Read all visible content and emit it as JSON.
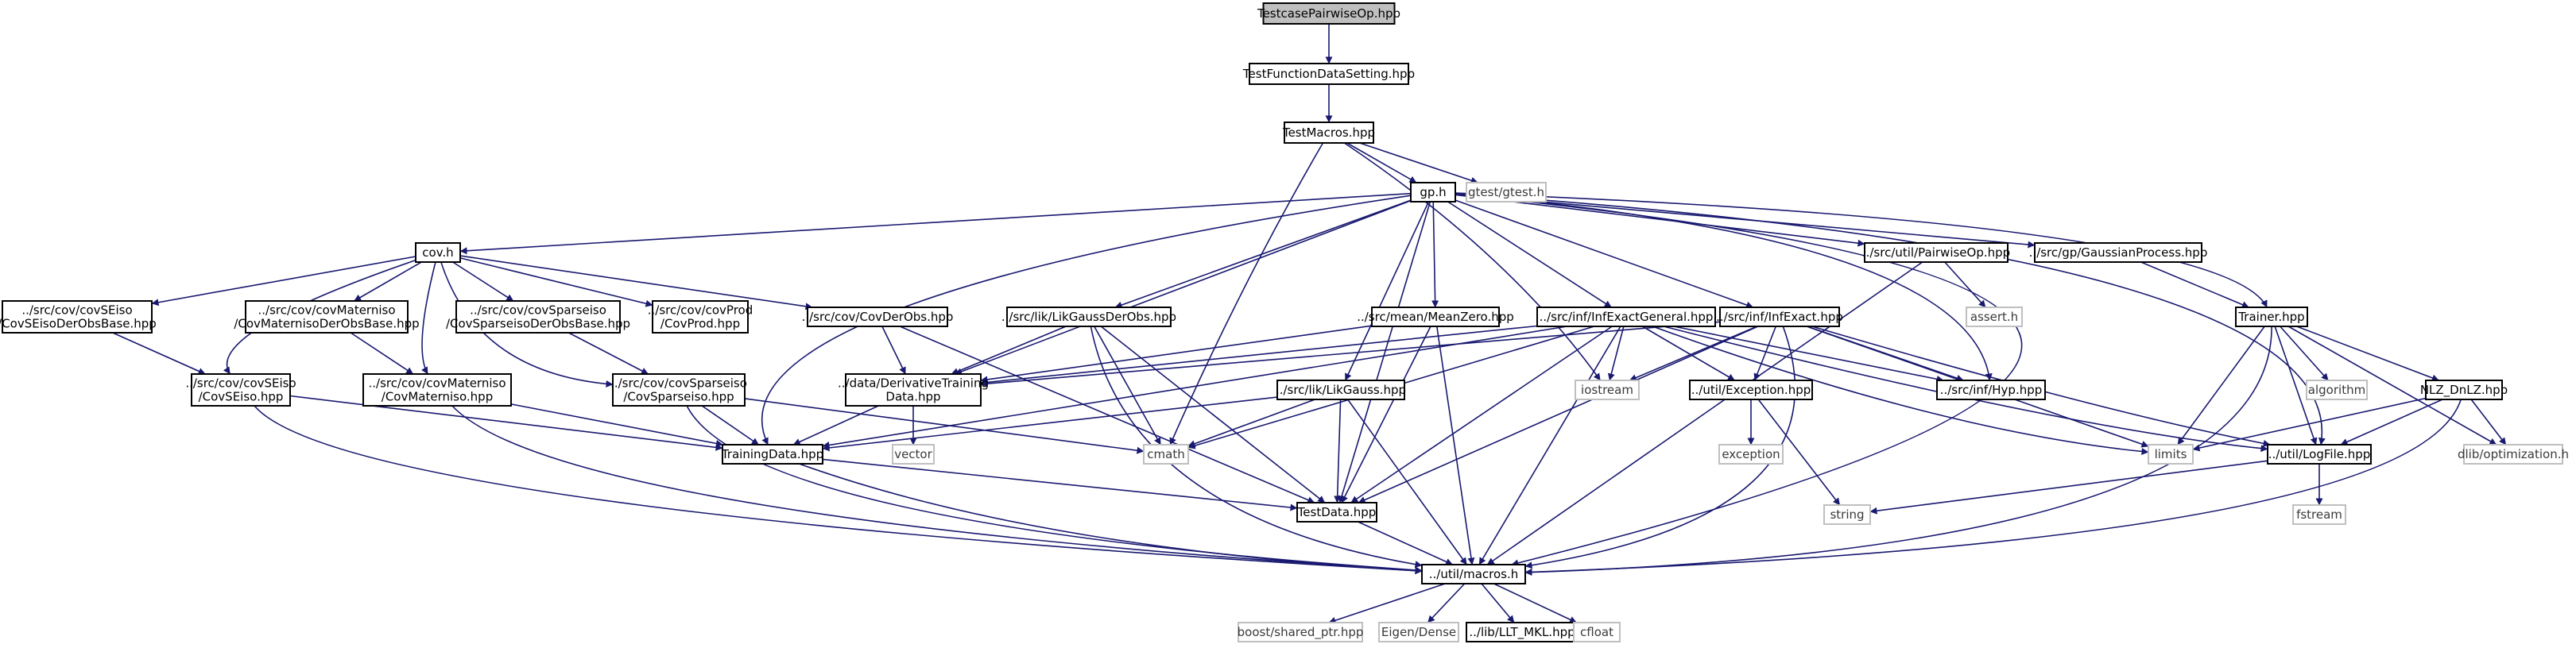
{
  "title": "",
  "colors": {
    "edge": "#191970",
    "focus_fill": "#bfbfbf",
    "focus_border": "#000000",
    "internal_border": "#000000",
    "external_border": "#bfbfbf",
    "text": "#000000"
  },
  "nodes": [
    {
      "id": "root",
      "label": [
        "TestcasePairwiseOp.hpp"
      ],
      "kind": "focus"
    },
    {
      "id": "tfds",
      "label": [
        "TestFunctionDataSetting.hpp"
      ],
      "kind": "internal"
    },
    {
      "id": "tmac",
      "label": [
        "TestMacros.hpp"
      ],
      "kind": "internal"
    },
    {
      "id": "gph",
      "label": [
        "gp.h"
      ],
      "kind": "internal"
    },
    {
      "id": "gtest",
      "label": [
        "gtest/gtest.h"
      ],
      "kind": "external"
    },
    {
      "id": "covh",
      "label": [
        "cov.h"
      ],
      "kind": "internal"
    },
    {
      "id": "pwop",
      "label": [
        "../src/util/PairwiseOp.hpp"
      ],
      "kind": "internal"
    },
    {
      "id": "gproc",
      "label": [
        "../src/gp/GaussianProcess.hpp"
      ],
      "kind": "internal"
    },
    {
      "id": "cseb",
      "label": [
        "../src/cov/covSEiso",
        "/CovSEisoDerObsBase.hpp"
      ],
      "kind": "internal"
    },
    {
      "id": "cmdb",
      "label": [
        "../src/cov/covMaterniso",
        "/CovMaternisoDerObsBase.hpp"
      ],
      "kind": "internal"
    },
    {
      "id": "csdb",
      "label": [
        "../src/cov/covSparseiso",
        "/CovSparseisoDerObsBase.hpp"
      ],
      "kind": "internal"
    },
    {
      "id": "cprod",
      "label": [
        "../src/cov/covProd",
        "/CovProd.hpp"
      ],
      "kind": "internal"
    },
    {
      "id": "cdo",
      "label": [
        "../src/cov/CovDerObs.hpp"
      ],
      "kind": "internal"
    },
    {
      "id": "lgdo",
      "label": [
        "../src/lik/LikGaussDerObs.hpp"
      ],
      "kind": "internal"
    },
    {
      "id": "mz",
      "label": [
        "../src/mean/MeanZero.hpp"
      ],
      "kind": "internal"
    },
    {
      "id": "ieg",
      "label": [
        "../src/inf/InfExactGeneral.hpp"
      ],
      "kind": "internal"
    },
    {
      "id": "ie",
      "label": [
        "../src/inf/InfExact.hpp"
      ],
      "kind": "internal"
    },
    {
      "id": "assert",
      "label": [
        "assert.h"
      ],
      "kind": "external"
    },
    {
      "id": "trainer",
      "label": [
        "Trainer.hpp"
      ],
      "kind": "internal"
    },
    {
      "id": "cse",
      "label": [
        "../src/cov/covSEiso",
        "/CovSEiso.hpp"
      ],
      "kind": "internal"
    },
    {
      "id": "cmat",
      "label": [
        "../src/cov/covMaterniso",
        "/CovMaterniso.hpp"
      ],
      "kind": "internal"
    },
    {
      "id": "csp",
      "label": [
        "../src/cov/covSparseiso",
        "/CovSparseiso.hpp"
      ],
      "kind": "internal"
    },
    {
      "id": "dtd",
      "label": [
        "../data/DerivativeTraining",
        "Data.hpp"
      ],
      "kind": "internal"
    },
    {
      "id": "lg",
      "label": [
        "../src/lik/LikGauss.hpp"
      ],
      "kind": "internal"
    },
    {
      "id": "ios",
      "label": [
        "iostream"
      ],
      "kind": "external"
    },
    {
      "id": "exc",
      "label": [
        "../util/Exception.hpp"
      ],
      "kind": "internal"
    },
    {
      "id": "hyp",
      "label": [
        "../src/inf/Hyp.hpp"
      ],
      "kind": "internal"
    },
    {
      "id": "algo",
      "label": [
        "algorithm"
      ],
      "kind": "external"
    },
    {
      "id": "nlz",
      "label": [
        "NLZ_DnLZ.hpp"
      ],
      "kind": "internal"
    },
    {
      "id": "vec",
      "label": [
        "vector"
      ],
      "kind": "external"
    },
    {
      "id": "cmath",
      "label": [
        "cmath"
      ],
      "kind": "external"
    },
    {
      "id": "limits",
      "label": [
        "limits"
      ],
      "kind": "external"
    },
    {
      "id": "logf",
      "label": [
        "../util/LogFile.hpp"
      ],
      "kind": "internal"
    },
    {
      "id": "dlib",
      "label": [
        "dlib/optimization.h"
      ],
      "kind": "external"
    },
    {
      "id": "trd",
      "label": [
        "TrainingData.hpp"
      ],
      "kind": "internal"
    },
    {
      "id": "excp",
      "label": [
        "exception"
      ],
      "kind": "external"
    },
    {
      "id": "tsd",
      "label": [
        "TestData.hpp"
      ],
      "kind": "internal"
    },
    {
      "id": "str",
      "label": [
        "string"
      ],
      "kind": "external"
    },
    {
      "id": "fstr",
      "label": [
        "fstream"
      ],
      "kind": "external"
    },
    {
      "id": "mac",
      "label": [
        "../util/macros.h"
      ],
      "kind": "internal"
    },
    {
      "id": "boost",
      "label": [
        "boost/shared_ptr.hpp"
      ],
      "kind": "external"
    },
    {
      "id": "eigen",
      "label": [
        "Eigen/Dense"
      ],
      "kind": "external"
    },
    {
      "id": "mkl",
      "label": [
        "../lib/LLT_MKL.hpp"
      ],
      "kind": "internal"
    },
    {
      "id": "cfloat",
      "label": [
        "cfloat"
      ],
      "kind": "external"
    }
  ],
  "edges": [
    [
      "root",
      "tfds"
    ],
    [
      "tfds",
      "tmac"
    ],
    [
      "tmac",
      "gph"
    ],
    [
      "tmac",
      "gtest"
    ],
    [
      "tmac",
      "cmath"
    ],
    [
      "tmac",
      "ios"
    ],
    [
      "gph",
      "covh"
    ],
    [
      "gph",
      "pwop"
    ],
    [
      "gph",
      "gproc"
    ],
    [
      "gph",
      "lgdo"
    ],
    [
      "gph",
      "mz"
    ],
    [
      "gph",
      "ieg"
    ],
    [
      "gph",
      "ie"
    ],
    [
      "gph",
      "dtd"
    ],
    [
      "gph",
      "lg"
    ],
    [
      "gph",
      "trd"
    ],
    [
      "gph",
      "tsd"
    ],
    [
      "gph",
      "hyp"
    ],
    [
      "gph",
      "trainer"
    ],
    [
      "gph",
      "logf"
    ],
    [
      "gph",
      "mac"
    ],
    [
      "covh",
      "cseb"
    ],
    [
      "covh",
      "cmdb"
    ],
    [
      "covh",
      "csdb"
    ],
    [
      "covh",
      "cprod"
    ],
    [
      "covh",
      "cdo"
    ],
    [
      "covh",
      "cse"
    ],
    [
      "covh",
      "cmat"
    ],
    [
      "covh",
      "csp"
    ],
    [
      "cseb",
      "cse"
    ],
    [
      "cmdb",
      "cmat"
    ],
    [
      "csdb",
      "csp"
    ],
    [
      "cse",
      "trd"
    ],
    [
      "cse",
      "mac"
    ],
    [
      "cmat",
      "trd"
    ],
    [
      "cmat",
      "mac"
    ],
    [
      "csp",
      "trd"
    ],
    [
      "csp",
      "cmath"
    ],
    [
      "csp",
      "mac"
    ],
    [
      "cdo",
      "dtd"
    ],
    [
      "cdo",
      "tsd"
    ],
    [
      "lgdo",
      "dtd"
    ],
    [
      "lgdo",
      "cmath"
    ],
    [
      "lgdo",
      "tsd"
    ],
    [
      "lgdo",
      "mac"
    ],
    [
      "mz",
      "dtd"
    ],
    [
      "mz",
      "tsd"
    ],
    [
      "mz",
      "mac"
    ],
    [
      "ieg",
      "dtd"
    ],
    [
      "ieg",
      "cmath"
    ],
    [
      "ieg",
      "ios"
    ],
    [
      "ieg",
      "exc"
    ],
    [
      "ieg",
      "hyp"
    ],
    [
      "ieg",
      "limits"
    ],
    [
      "ieg",
      "logf"
    ],
    [
      "ieg",
      "trd"
    ],
    [
      "ieg",
      "tsd"
    ],
    [
      "ieg",
      "mac"
    ],
    [
      "ie",
      "dtd"
    ],
    [
      "ie",
      "ios"
    ],
    [
      "ie",
      "exc"
    ],
    [
      "ie",
      "hyp"
    ],
    [
      "ie",
      "limits"
    ],
    [
      "ie",
      "logf"
    ],
    [
      "ie",
      "tsd"
    ],
    [
      "ie",
      "mac"
    ],
    [
      "pwop",
      "assert"
    ],
    [
      "pwop",
      "mac"
    ],
    [
      "gproc",
      "trainer"
    ],
    [
      "trainer",
      "algo"
    ],
    [
      "trainer",
      "nlz"
    ],
    [
      "trainer",
      "limits"
    ],
    [
      "trainer",
      "logf"
    ],
    [
      "trainer",
      "dlib"
    ],
    [
      "trainer",
      "mac"
    ],
    [
      "nlz",
      "limits"
    ],
    [
      "nlz",
      "logf"
    ],
    [
      "nlz",
      "dlib"
    ],
    [
      "nlz",
      "mac"
    ],
    [
      "dtd",
      "trd"
    ],
    [
      "dtd",
      "vec"
    ],
    [
      "lg",
      "cmath"
    ],
    [
      "lg",
      "trd"
    ],
    [
      "lg",
      "tsd"
    ],
    [
      "lg",
      "mac"
    ],
    [
      "exc",
      "excp"
    ],
    [
      "exc",
      "str"
    ],
    [
      "logf",
      "str"
    ],
    [
      "logf",
      "fstr"
    ],
    [
      "trd",
      "tsd"
    ],
    [
      "trd",
      "mac"
    ],
    [
      "tsd",
      "mac"
    ],
    [
      "mac",
      "boost"
    ],
    [
      "mac",
      "eigen"
    ],
    [
      "mac",
      "mkl"
    ],
    [
      "mac",
      "cfloat"
    ]
  ]
}
